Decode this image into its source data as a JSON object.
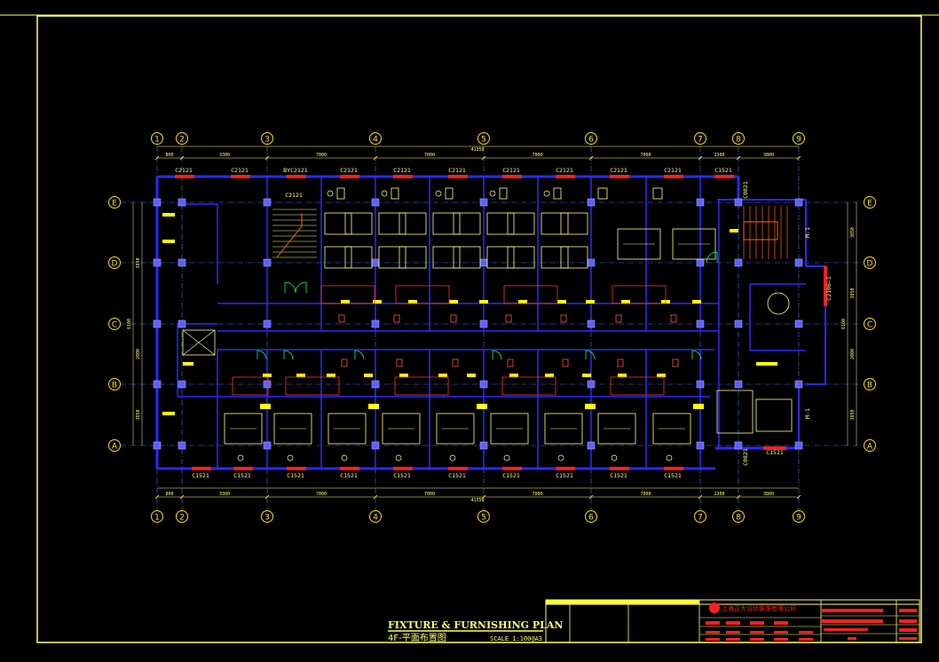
{
  "drawing": {
    "title": "FIXTURE & FURNISHING PLAN",
    "subtitle": "4F-平面布置图",
    "scale": "SCALE 1:100@A3",
    "company": "上海正大设计装饰有限公司"
  },
  "grid": {
    "columns": [
      "1",
      "2",
      "3",
      "4",
      "5",
      "6",
      "7",
      "8",
      "9"
    ],
    "rows": [
      "E",
      "D",
      "C",
      "B",
      "A"
    ],
    "total_dim": "41350",
    "top_dims": [
      "800",
      "3300",
      "7000",
      "7000",
      "7000",
      "7000",
      "2300",
      "3800"
    ],
    "side_dims_left": [
      "3850",
      "6100",
      "2000",
      "3850"
    ],
    "side_dims_right": [
      "3850",
      "3850",
      "6100",
      "2000",
      "3850"
    ]
  },
  "windows_top": [
    "C2121",
    "C2121",
    "BYC2121",
    "C2121",
    "C2121",
    "C2121",
    "C2121",
    "C2121",
    "C2121",
    "C2121",
    "C1521"
  ],
  "windows_bottom": [
    "C1521",
    "C1521",
    "C1521",
    "C1521",
    "C1521",
    "C1521",
    "C1521",
    "C1521",
    "C1521",
    "C1521"
  ],
  "labels": {
    "stair_window": "C2121",
    "right_vertical_1": "C2106—1",
    "right_vertical_2": "C0821",
    "right_vertical_3": "C0821",
    "right_bottom_win": "C1521",
    "m_label_1": "M-1",
    "m_label_2": "M-1"
  },
  "colors": {
    "border": "#ffff66",
    "grid": "#3b7bff",
    "wall": "#2a2aff",
    "furniture": "#ffff88",
    "window": "#ff2020",
    "dim": "#ffff66",
    "axis": "#ffe000"
  }
}
